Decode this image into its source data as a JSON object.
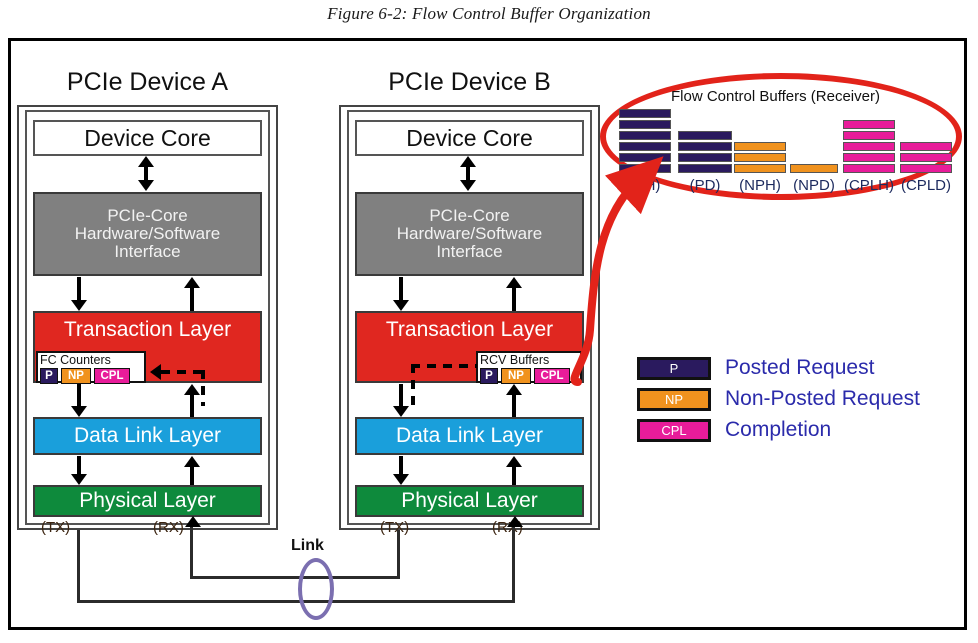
{
  "caption": "Figure 6-2: Flow Control Buffer Organization",
  "devices": [
    {
      "title": "PCIe Device A",
      "core": "Device Core",
      "interface_line1": "PCIe-Core",
      "interface_line2": "Hardware/Software",
      "interface_line3": "Interface",
      "transaction": "Transaction Layer",
      "subbox_title": "FC Counters",
      "chips": [
        "P",
        "NP",
        "CPL"
      ],
      "data_link": "Data Link Layer",
      "physical": "Physical Layer",
      "tx": "(TX)",
      "rx": "(RX)"
    },
    {
      "title": "PCIe Device B",
      "core": "Device Core",
      "interface_line1": "PCIe-Core",
      "interface_line2": "Hardware/Software",
      "interface_line3": "Interface",
      "transaction": "Transaction Layer",
      "subbox_title": "RCV Buffers",
      "chips": [
        "P",
        "NP",
        "CPL"
      ],
      "data_link": "Data Link Layer",
      "physical": "Physical Layer",
      "tx": "(TX)",
      "rx": "(RX)"
    }
  ],
  "link": {
    "label": "Link"
  },
  "flow_control": {
    "title": "Flow Control Buffers (Receiver)",
    "buffers": [
      {
        "label": "(PH)",
        "count": 6,
        "type": "p"
      },
      {
        "label": "(PD)",
        "count": 4,
        "type": "p"
      },
      {
        "label": "(NPH)",
        "count": 3,
        "type": "np"
      },
      {
        "label": "(NPD)",
        "count": 1,
        "type": "np"
      },
      {
        "label": "(CPLH)",
        "count": 5,
        "type": "cpl"
      },
      {
        "label": "(CPLD)",
        "count": 3,
        "type": "cpl"
      }
    ]
  },
  "legend": {
    "items": [
      {
        "code": "P",
        "text": "Posted Request",
        "color": "#2a1a5e"
      },
      {
        "code": "NP",
        "text": "Non-Posted Request",
        "color": "#f0921e"
      },
      {
        "code": "CPL",
        "text": "Completion",
        "color": "#e81c9a"
      }
    ]
  },
  "colors": {
    "transaction_layer": "#e02720",
    "data_link_layer": "#1a9fdb",
    "physical_layer": "#0e8a3c",
    "interface": "#808080",
    "posted": "#2a1a5e",
    "non_posted": "#f0921e",
    "completion": "#e81c9a",
    "fc_ellipse": "#e2231a",
    "link_ellipse": "#7b6fb0",
    "legend_text": "#2b2bab"
  }
}
